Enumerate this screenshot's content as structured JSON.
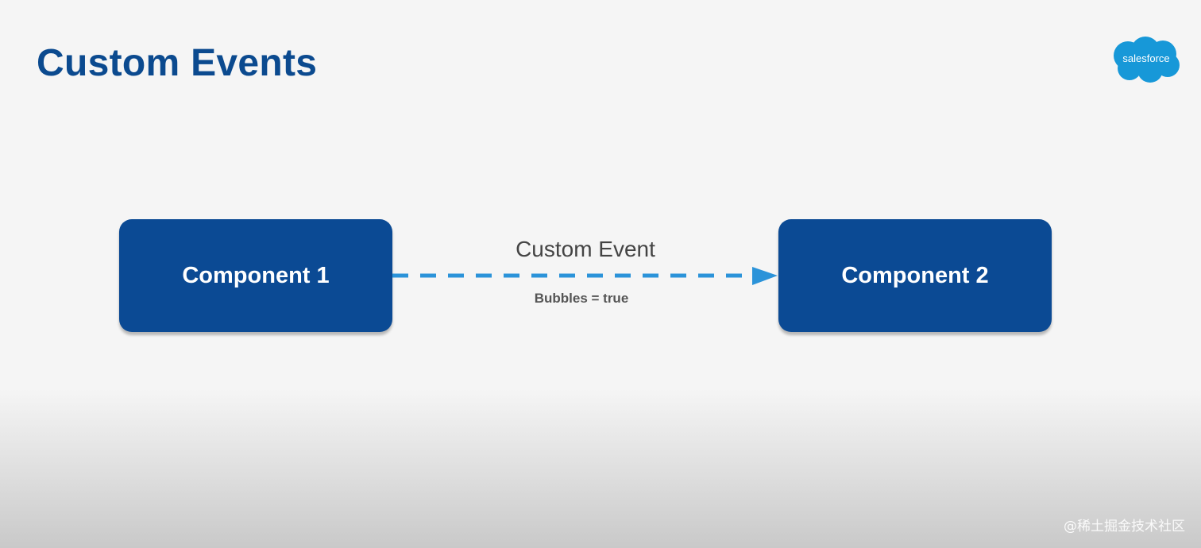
{
  "slide": {
    "title": "Custom Events",
    "logo_text": "salesforce",
    "component_1": "Component 1",
    "component_2": "Component 2",
    "event_label": "Custom Event",
    "event_detail": "Bubbles = true",
    "watermark": "@稀土掘金技术社区"
  },
  "colors": {
    "title": "#0b4a8f",
    "box": "#0b4a94",
    "arrow": "#2b93d9",
    "logo": "#1798d8"
  }
}
